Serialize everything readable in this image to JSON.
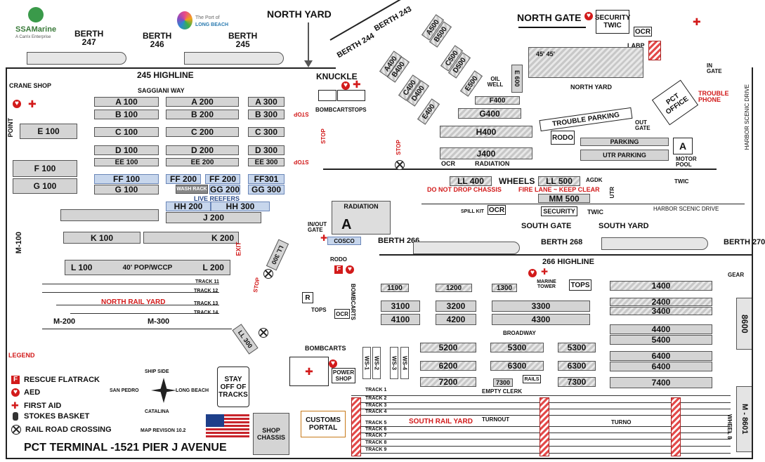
{
  "logos": {
    "ssa": "SSAMarine",
    "ssa_sub": "A Carrix Enterprise",
    "plb": "The Port of",
    "plb2": "LONG BEACH"
  },
  "top": {
    "berths": [
      "BERTH",
      "247",
      "BERTH",
      "246",
      "BERTH",
      "245"
    ],
    "north_yard": "NORTH YARD",
    "north_gate": "NORTH GATE",
    "security_twic": "SECURITY TWIC",
    "ocr": "OCR",
    "labp": "LABP",
    "highline": "245 HIGHLINE",
    "berth244": "BERTH 244",
    "berth243": "BERTH 243",
    "knuckle": "KNUCKLE",
    "north_yard2": "NORTH YARD",
    "oil_well": "OIL WELL",
    "row4545": "45' 45'"
  },
  "west": {
    "crane_shop": "CRANE SHOP",
    "saggiani": "SAGGIANI WAY",
    "point": "POINT",
    "rows": [
      "A 100",
      "B 100",
      "C 100",
      "D 100",
      "EE 100",
      "E 100",
      "F 100",
      "G 100",
      "FF 100",
      "G 100"
    ],
    "rows200": [
      "A 200",
      "B 200",
      "C 200",
      "D 200",
      "EE 200",
      "FF 200",
      "FF 200",
      "GG 200",
      "HH 200",
      "J 200"
    ],
    "rows300": [
      "A 300",
      "B 300",
      "C 300",
      "D 300",
      "EE 300",
      "FF301",
      "GG 300",
      "HH 300"
    ],
    "wash_rack": "WASH RACK",
    "live_reefers": "LIVE REEFERS",
    "k": [
      "K 100",
      "K 200"
    ],
    "l": [
      "L 100",
      "40' POP/WCCP",
      "L 200"
    ],
    "exit": "EXIT",
    "stop": "STOP",
    "north_rail_yard": "NORTH RAIL YARD",
    "tracks_n": [
      "TRACK 11",
      "TRACK 12",
      "TRACK 13",
      "TRACK 14"
    ],
    "m100": "M-100",
    "m200": "M-200",
    "m300": "M-300",
    "ll300": "LL 300",
    "ll300b": "LL 300"
  },
  "center": {
    "bombcarts": "BOMBCARTS",
    "tops": "TOPS",
    "blocks_a": [
      "A400",
      "B400",
      "C400",
      "D400",
      "E400"
    ],
    "blocks_b": [
      "A500",
      "B500",
      "C500",
      "D500",
      "E500"
    ],
    "f400": "F400",
    "g400": "G400",
    "h400": "H400",
    "j400": "J400",
    "e600": "E 600",
    "ocr": "OCR",
    "radiation": "RADIATION",
    "trouble_parking": "TROUBLE PARKING",
    "rodo": "RODO",
    "parking": "PARKING",
    "utr_parking": "UTR PARKING",
    "out_gate": "OUT GATE",
    "motor_pool": "MOTOR POOL",
    "ll400": "LL 400",
    "wheels": "WHEELS",
    "ll500": "LL 500",
    "agdk": "AGDK",
    "no_drop": "DO NOT DROP CHASSIS",
    "fire_lane": "FIRE LANE ~ KEEP CLEAR",
    "mm500": "MM 500",
    "utr": "UTR",
    "spill_kit": "SPILL KIT",
    "ocr2": "OCR",
    "security": "SECURITY",
    "twic": "TWIC",
    "south_gate": "SOUTH GATE",
    "south_yard": "SOUTH YARD",
    "harbor_drive": "HARBOR SCENIC DRIVE",
    "harbor_drive_v": "HARBOR SCENIC DRIVE",
    "twic2": "TWIC",
    "pct_office": "PCT OFFICE",
    "trouble_phone": "TROUBLE PHONE",
    "in_gate": "IN GATE",
    "a": "A",
    "radiation2": "RADIATION",
    "inout": "IN/OUT GATE",
    "cosco": "COSCO",
    "rodo2": "RODO",
    "r": "R",
    "tops2": "TOPS",
    "ocr3": "OCR",
    "bombcarts_v": "BOMBCARTS"
  },
  "south": {
    "berth266": "BERTH 266",
    "berth268": "BERTH 268",
    "berth270": "BERTH 270",
    "highline": "266 HIGHLINE",
    "marine_tower": "MARINE TOWER",
    "tops": "TOPS",
    "gear": "GEAR",
    "blocks": [
      "1100",
      "1200",
      "1300",
      "1400",
      "2400",
      "3400",
      "3100",
      "3200",
      "3300",
      "4100",
      "4200",
      "4300",
      "4400",
      "5400",
      "5200",
      "5300",
      "5300",
      "6400",
      "6400",
      "6200",
      "6300",
      "6300",
      "7200",
      "7300",
      "7300",
      "7400",
      "8600"
    ],
    "broadway": "BROADWAY",
    "rails": "RAILS",
    "empty_clerk": "EMPTY CLERK",
    "ws": [
      "WS-1",
      "WS-2",
      "WS-3",
      "WS-4"
    ],
    "bombcarts": "BOMBCARTS",
    "power_shop": "POWER SHOP",
    "customs": "CUSTOMS PORTAL",
    "shop_chassis": "SHOP CHASSIS",
    "stay_off": "STAY OFF OF TRACKS",
    "south_rail_yard": "SOUTH RAIL YARD",
    "tracks": [
      "TRACK 1",
      "TRACK 2",
      "TRACK 3",
      "TRACK 4",
      "TRACK 5",
      "TRACK 6",
      "TRACK 7",
      "TRACK 8",
      "TRACK 9"
    ],
    "turnout": "TURNOUT",
    "turnout2": "TURNO",
    "m8601": "M - 8601",
    "wheel": "WHEEL 8"
  },
  "legend": {
    "title": "LEGEND",
    "items": [
      "RESCUE FLATRACK",
      "AED",
      "FIRST AID",
      "STOKES BASKET",
      "RAIL ROAD CROSSING"
    ],
    "compass": {
      "n": "SHIP SIDE",
      "w": "SAN PEDRO",
      "e": "LONG BEACH",
      "s": "CATALINA"
    },
    "revision": "MAP REVISON 10.2"
  },
  "footer": {
    "title": "PCT TERMINAL -1521 PIER J AVENUE"
  },
  "colors": {
    "red": "#d21a1a",
    "block": "#d4d4d4",
    "reefer": "#c7d6ec"
  }
}
